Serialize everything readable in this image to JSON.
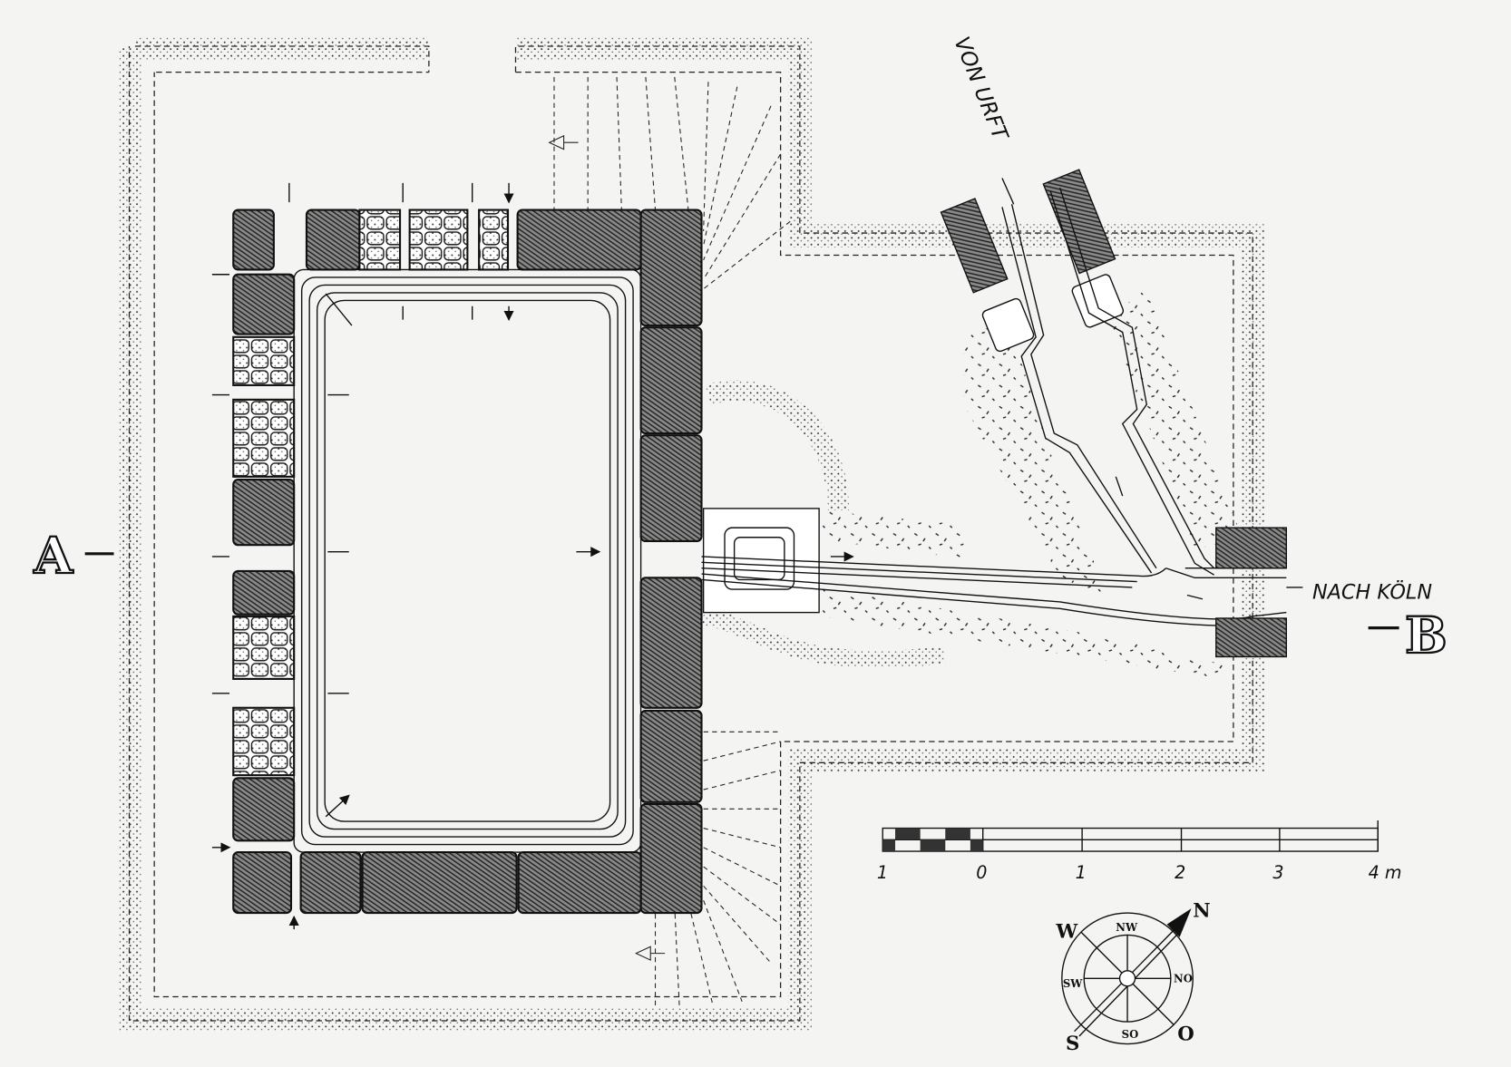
{
  "section_labels": {
    "a": "A",
    "b": "B"
  },
  "flow_labels": {
    "inflow": "VON URFT",
    "outflow": "NACH KÖLN"
  },
  "scale_bar": {
    "ticks": [
      "1",
      "0",
      "1",
      "2",
      "3",
      "4 m"
    ],
    "unit": "m"
  },
  "compass": {
    "n": "N",
    "w": "W",
    "s": "S",
    "o": "O",
    "nw": "NW",
    "no": "NO",
    "sw": "SW",
    "so": "SO"
  },
  "colors": {
    "ink": "#111111",
    "paper": "#f4f4f2",
    "stone": "#6a6a6a"
  }
}
